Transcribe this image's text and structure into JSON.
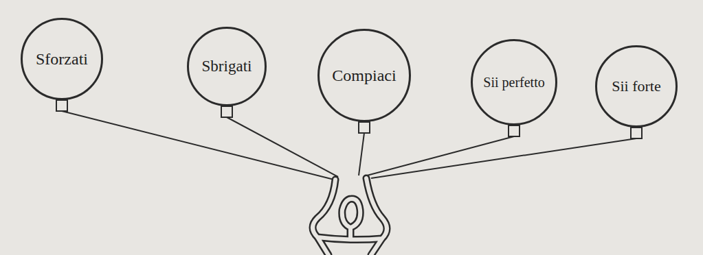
{
  "diagram": {
    "nodes": [
      {
        "text": [
          "Sforzati"
        ]
      },
      {
        "text": [
          "Sbrigati"
        ]
      },
      {
        "text": [
          "Compiaci"
        ]
      },
      {
        "text": [
          "Sii perfetto"
        ]
      },
      {
        "text": [
          "Sii forte"
        ]
      }
    ]
  }
}
